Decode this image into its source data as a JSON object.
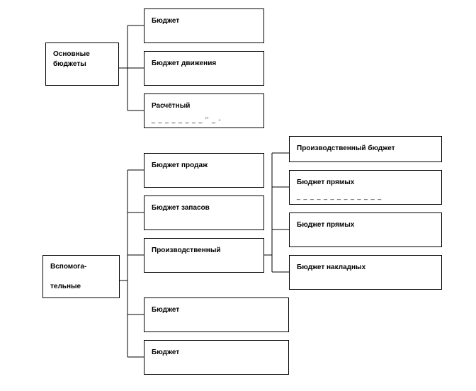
{
  "main_group": {
    "root": {
      "line1": "Основные",
      "line2": "бюджеты"
    },
    "children": [
      {
        "label": "Бюджет"
      },
      {
        "label": "Бюджет  движения"
      },
      {
        "label": "Расчётный",
        "cut": "_ _ _ _ _ _ _ _ '' _ -"
      }
    ]
  },
  "aux_group": {
    "root": {
      "line1": "Вспомога-",
      "line2": "тельные"
    },
    "children": [
      {
        "label": "Бюджет продаж"
      },
      {
        "label": "Бюджет запасов"
      },
      {
        "label": "Производственный"
      },
      {
        "label": "Бюджет"
      },
      {
        "label": "Бюджет"
      }
    ],
    "production_sub": [
      {
        "label": "Производственный бюджет"
      },
      {
        "label": "Бюджет прямых",
        "cut": "_ _ _ _ _ _ _ _ _ _ _ _ _"
      },
      {
        "label": "Бюджет прямых"
      },
      {
        "label": "Бюджет накладных"
      }
    ]
  }
}
